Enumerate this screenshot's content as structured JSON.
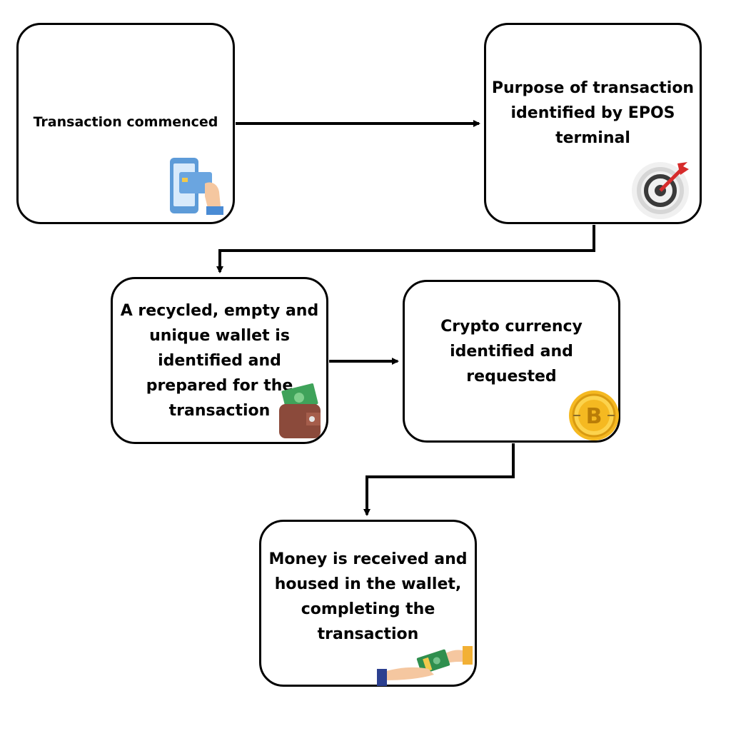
{
  "steps": [
    {
      "id": "transaction-commenced",
      "label": "Transaction commenced"
    },
    {
      "id": "purpose-identified",
      "label": "Purpose of transaction identified by EPOS terminal"
    },
    {
      "id": "wallet-prepared",
      "label": "A recycled, empty and unique wallet is identified and prepared for the transaction"
    },
    {
      "id": "crypto-requested",
      "label": "Crypto currency identified and requested"
    },
    {
      "id": "money-received",
      "label": "Money is received and housed in the wallet, completing the transaction"
    }
  ],
  "icons": {
    "step1": "phone-card-payment-icon",
    "step2": "target-dart-icon",
    "step3": "wallet-cash-icon",
    "step4": "bitcoin-coin-icon",
    "step5": "cash-handover-icon"
  },
  "colors": {
    "border": "#000000",
    "background": "#ffffff"
  }
}
